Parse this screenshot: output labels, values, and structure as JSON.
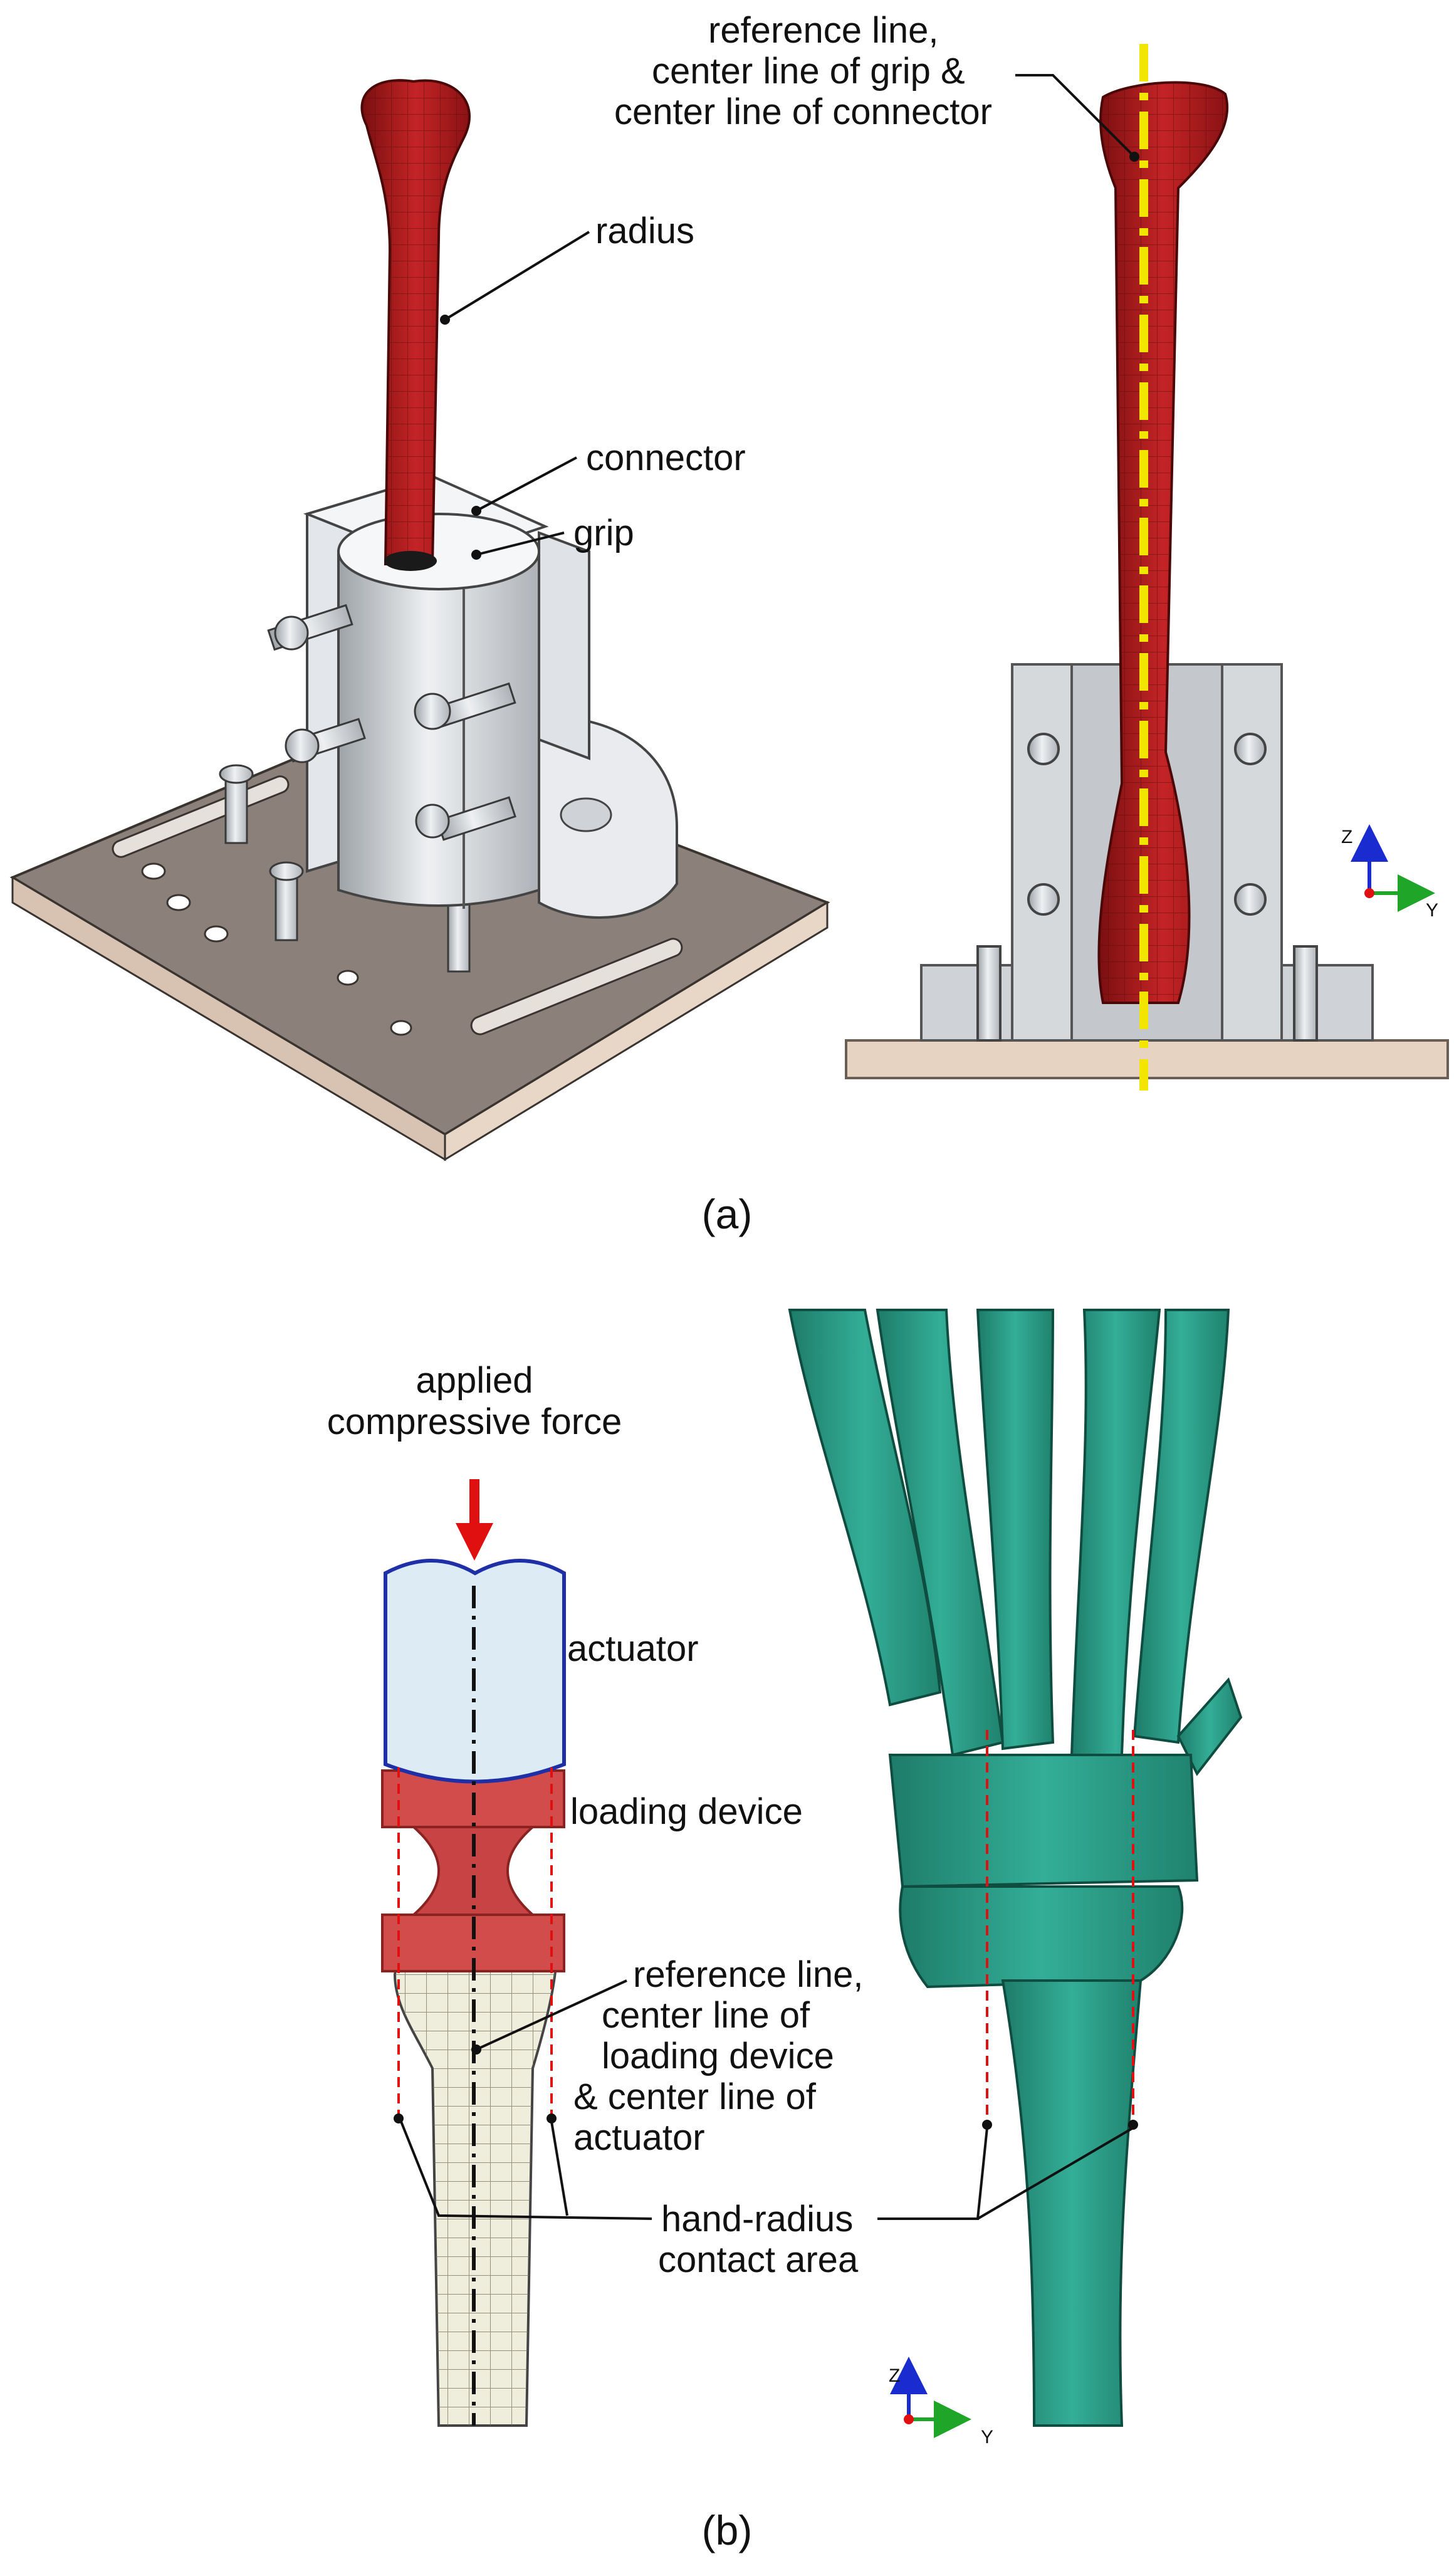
{
  "panel_a": {
    "caption": "(a)",
    "labels": {
      "radius": "radius",
      "connector": "connector",
      "grip": "grip",
      "reference_line_1": "reference line,",
      "reference_line_2": "center line of grip &",
      "reference_line_3": "center line of connector"
    },
    "axes": {
      "z": "Z",
      "y": "Y"
    }
  },
  "panel_b": {
    "caption": "(b)",
    "labels": {
      "force_1": "applied",
      "force_2": "compressive force",
      "actuator": "actuator",
      "loading_device": "loading device",
      "reference_line_1": "reference line,",
      "reference_line_2": "center line of",
      "reference_line_3": "loading device",
      "reference_line_4": "& center line of",
      "reference_line_5": "actuator",
      "contact_1": "hand-radius",
      "contact_2": "contact area"
    },
    "axes": {
      "z": "Z",
      "y": "Y"
    }
  },
  "colors": {
    "bone_red": "#b51d1f",
    "fixture_grey": "#c9ccd0",
    "base_plate": "#8c8178",
    "hand_teal": "#2a9b86",
    "reference_yellow": "#f2e600",
    "actuator_blue": "#1e2fa8",
    "loading_device_red": "#d24c4c",
    "force_arrow": "#e01010"
  }
}
